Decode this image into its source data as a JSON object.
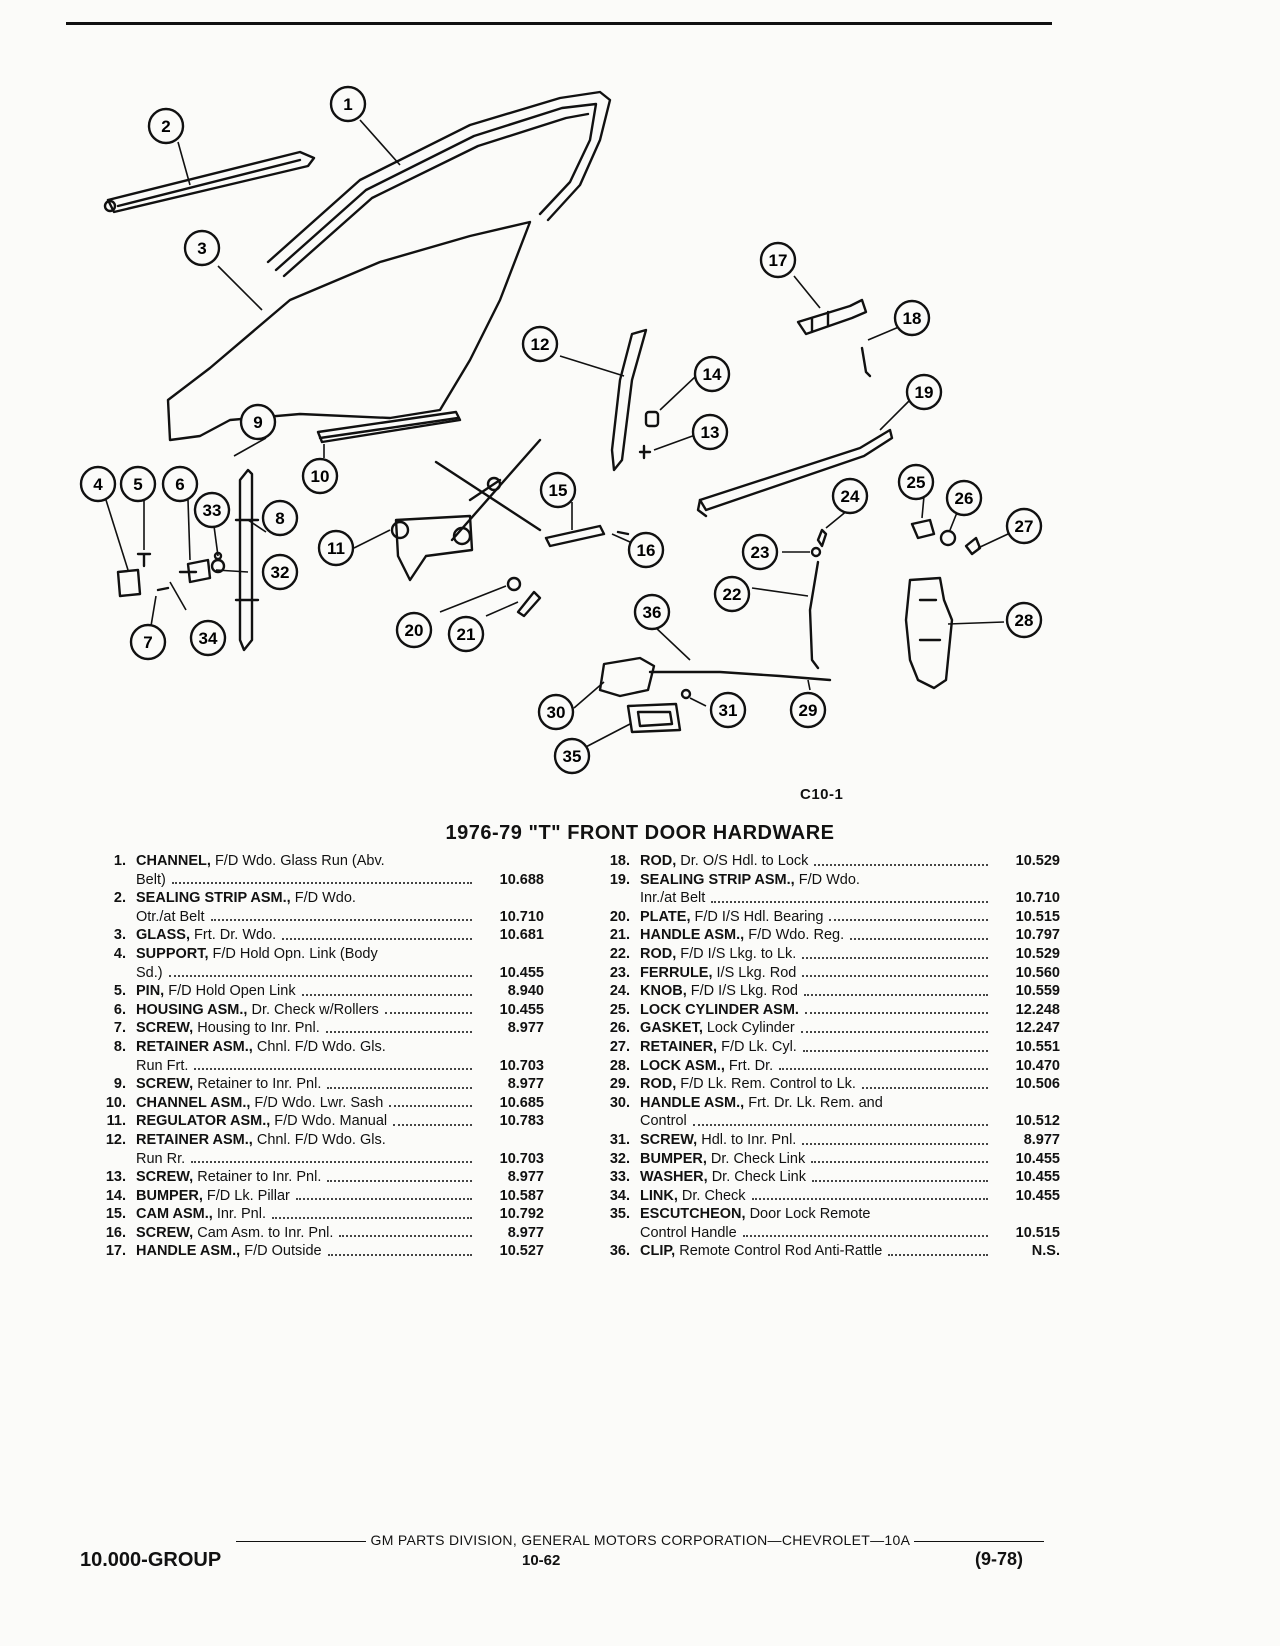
{
  "figure": {
    "code": "C10-1",
    "callouts": [
      "1",
      "2",
      "3",
      "4",
      "5",
      "6",
      "7",
      "8",
      "9",
      "10",
      "11",
      "12",
      "13",
      "14",
      "15",
      "16",
      "17",
      "18",
      "19",
      "20",
      "21",
      "22",
      "23",
      "24",
      "25",
      "26",
      "27",
      "28",
      "29",
      "30",
      "31",
      "32",
      "33",
      "34",
      "35",
      "36"
    ]
  },
  "title": "1976-79 \"T\" FRONT DOOR HARDWARE",
  "parts_left": [
    {
      "no": "1.",
      "name": "CHANNEL,",
      "lines": [
        "F/D Wdo. Glass Run (Abv.",
        "Belt)"
      ],
      "group": "10.688"
    },
    {
      "no": "2.",
      "name": "SEALING STRIP ASM.,",
      "lines": [
        "F/D Wdo.",
        "Otr./at Belt"
      ],
      "group": "10.710"
    },
    {
      "no": "3.",
      "name": "GLASS,",
      "lines": [
        "Frt. Dr. Wdo."
      ],
      "group": "10.681"
    },
    {
      "no": "4.",
      "name": "SUPPORT,",
      "lines": [
        "F/D Hold Opn. Link (Body",
        "Sd.)"
      ],
      "group": "10.455"
    },
    {
      "no": "5.",
      "name": "PIN,",
      "lines": [
        "F/D Hold Open Link"
      ],
      "group": "8.940"
    },
    {
      "no": "6.",
      "name": "HOUSING ASM.,",
      "lines": [
        "Dr. Check w/Rollers"
      ],
      "group": "10.455"
    },
    {
      "no": "7.",
      "name": "SCREW,",
      "lines": [
        "Housing to Inr. Pnl."
      ],
      "group": "8.977"
    },
    {
      "no": "8.",
      "name": "RETAINER ASM.,",
      "lines": [
        "Chnl. F/D Wdo. Gls.",
        "Run Frt."
      ],
      "group": "10.703"
    },
    {
      "no": "9.",
      "name": "SCREW,",
      "lines": [
        "Retainer to Inr. Pnl."
      ],
      "group": "8.977"
    },
    {
      "no": "10.",
      "name": "CHANNEL ASM.,",
      "lines": [
        "F/D Wdo. Lwr. Sash"
      ],
      "group": "10.685"
    },
    {
      "no": "11.",
      "name": "REGULATOR ASM.,",
      "lines": [
        "F/D Wdo. Manual"
      ],
      "group": "10.783"
    },
    {
      "no": "12.",
      "name": "RETAINER ASM.,",
      "lines": [
        "Chnl. F/D Wdo. Gls.",
        "Run Rr."
      ],
      "group": "10.703"
    },
    {
      "no": "13.",
      "name": "SCREW,",
      "lines": [
        "Retainer to Inr. Pnl."
      ],
      "group": "8.977"
    },
    {
      "no": "14.",
      "name": "BUMPER,",
      "lines": [
        "F/D Lk. Pillar"
      ],
      "group": "10.587"
    },
    {
      "no": "15.",
      "name": "CAM ASM.,",
      "lines": [
        "Inr. Pnl."
      ],
      "group": "10.792"
    },
    {
      "no": "16.",
      "name": "SCREW,",
      "lines": [
        "Cam Asm. to Inr. Pnl."
      ],
      "group": "8.977"
    },
    {
      "no": "17.",
      "name": "HANDLE ASM.,",
      "lines": [
        "F/D Outside"
      ],
      "group": "10.527"
    }
  ],
  "parts_right": [
    {
      "no": "18.",
      "name": "ROD,",
      "lines": [
        "Dr. O/S Hdl. to Lock"
      ],
      "group": "10.529"
    },
    {
      "no": "19.",
      "name": "SEALING STRIP ASM.,",
      "lines": [
        "F/D Wdo.",
        "Inr./at Belt"
      ],
      "group": "10.710"
    },
    {
      "no": "20.",
      "name": "PLATE,",
      "lines": [
        "F/D I/S Hdl. Bearing"
      ],
      "group": "10.515"
    },
    {
      "no": "21.",
      "name": "HANDLE ASM.,",
      "lines": [
        "F/D Wdo. Reg."
      ],
      "group": "10.797"
    },
    {
      "no": "22.",
      "name": "ROD,",
      "lines": [
        "F/D I/S Lkg. to Lk."
      ],
      "group": "10.529"
    },
    {
      "no": "23.",
      "name": "FERRULE,",
      "lines": [
        "I/S Lkg. Rod"
      ],
      "group": "10.560"
    },
    {
      "no": "24.",
      "name": "KNOB,",
      "lines": [
        "F/D I/S Lkg. Rod"
      ],
      "group": "10.559"
    },
    {
      "no": "25.",
      "name": "LOCK CYLINDER ASM.",
      "lines": [
        ""
      ],
      "group": "12.248"
    },
    {
      "no": "26.",
      "name": "GASKET,",
      "lines": [
        "Lock Cylinder"
      ],
      "group": "12.247"
    },
    {
      "no": "27.",
      "name": "RETAINER,",
      "lines": [
        "F/D Lk. Cyl."
      ],
      "group": "10.551"
    },
    {
      "no": "28.",
      "name": "LOCK ASM.,",
      "lines": [
        "Frt. Dr."
      ],
      "group": "10.470"
    },
    {
      "no": "29.",
      "name": "ROD,",
      "lines": [
        "F/D Lk. Rem. Control to Lk."
      ],
      "group": "10.506"
    },
    {
      "no": "30.",
      "name": "HANDLE ASM.,",
      "lines": [
        "Frt. Dr. Lk. Rem. and",
        "Control"
      ],
      "group": "10.512"
    },
    {
      "no": "31.",
      "name": "SCREW,",
      "lines": [
        "Hdl. to Inr. Pnl."
      ],
      "group": "8.977"
    },
    {
      "no": "32.",
      "name": "BUMPER,",
      "lines": [
        "Dr. Check Link"
      ],
      "group": "10.455"
    },
    {
      "no": "33.",
      "name": "WASHER,",
      "lines": [
        "Dr. Check Link"
      ],
      "group": "10.455"
    },
    {
      "no": "34.",
      "name": "LINK,",
      "lines": [
        "Dr. Check"
      ],
      "group": "10.455"
    },
    {
      "no": "35.",
      "name": "ESCUTCHEON,",
      "lines": [
        "Door Lock Remote",
        "Control Handle"
      ],
      "group": "10.515"
    },
    {
      "no": "36.",
      "name": "CLIP,",
      "lines": [
        "Remote Control Rod Anti-Rattle"
      ],
      "group": "N.S."
    }
  ],
  "footer": {
    "publisher": "GM PARTS DIVISION, GENERAL MOTORS CORPORATION—CHEVROLET—10A",
    "group": "10.000-GROUP",
    "page": "10-62",
    "date": "(9-78)"
  }
}
